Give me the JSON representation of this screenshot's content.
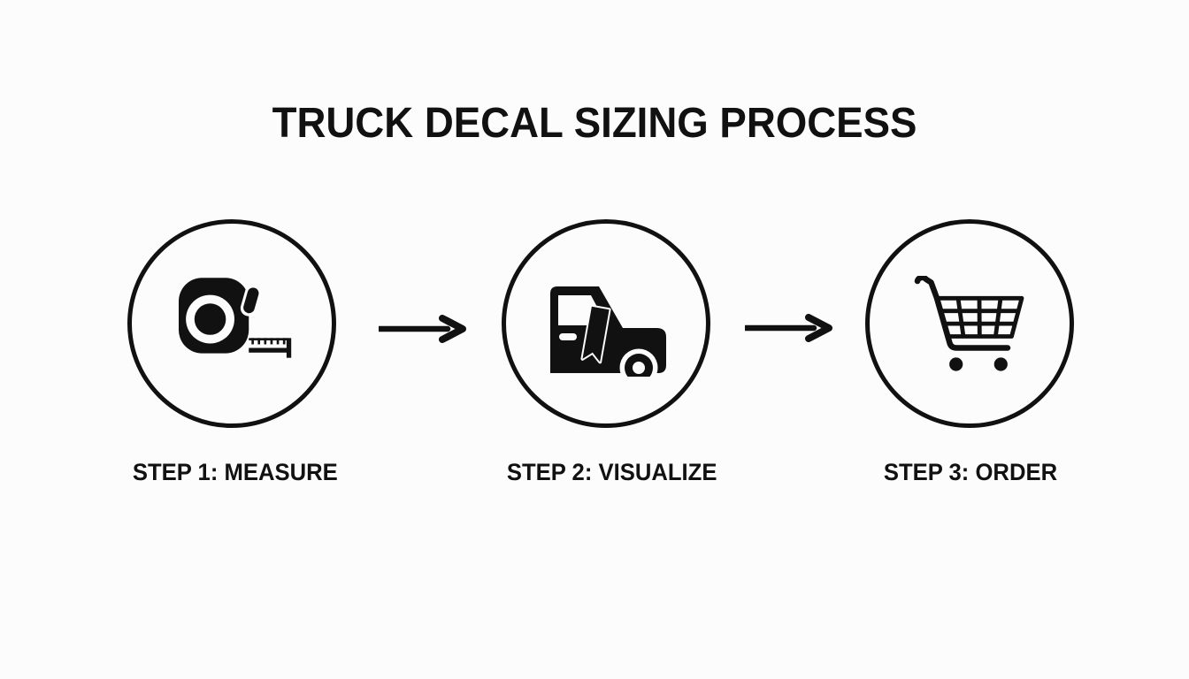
{
  "title": "TRUCK DECAL SIZING PROCESS",
  "colors": {
    "background": "#fcfcfc",
    "ink": "#111111"
  },
  "steps": [
    {
      "label": "STEP 1: MEASURE",
      "icon": "tape-measure-icon"
    },
    {
      "label": "STEP 2: VISUALIZE",
      "icon": "truck-decal-icon"
    },
    {
      "label": "STEP 3: ORDER",
      "icon": "shopping-cart-icon"
    }
  ],
  "connectors": [
    {
      "icon": "right-arrow-icon"
    },
    {
      "icon": "right-arrow-icon"
    }
  ]
}
